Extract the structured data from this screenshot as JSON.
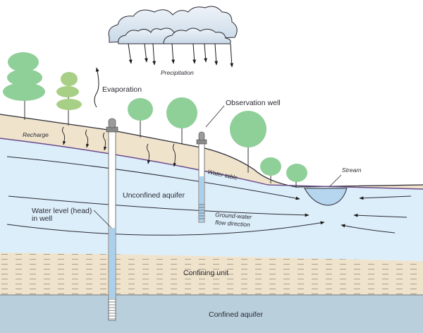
{
  "title": "Ground-water system cross-section",
  "labels": {
    "precipitation": "Precipitation",
    "evaporation": "Evaporation",
    "observation_well": "Observation well",
    "recharge": "Recharge",
    "water_table": "Water table",
    "stream": "Stream",
    "unconfined_aquifer": "Unconfined aquifer",
    "water_level_line1": "Water level (head)",
    "water_level_line2": "in well",
    "flow_line1": "Ground-water",
    "flow_line2": "flow direction",
    "confining_unit": "Confining unit",
    "confined_aquifer": "Confined aquifer"
  },
  "colors": {
    "sky": "#ffffff",
    "soil": "#efe3cc",
    "unconfined": "#dceefa",
    "confining": "#efe3cc",
    "confined": "#b9cfdc",
    "water_table_line": "#6b4a8a",
    "well_water": "#a9d0ec",
    "tree_green": "#8fcf98",
    "tree_green_light": "#a8cf86",
    "cloud": "#dbe6f0",
    "line": "#2a2a33"
  }
}
